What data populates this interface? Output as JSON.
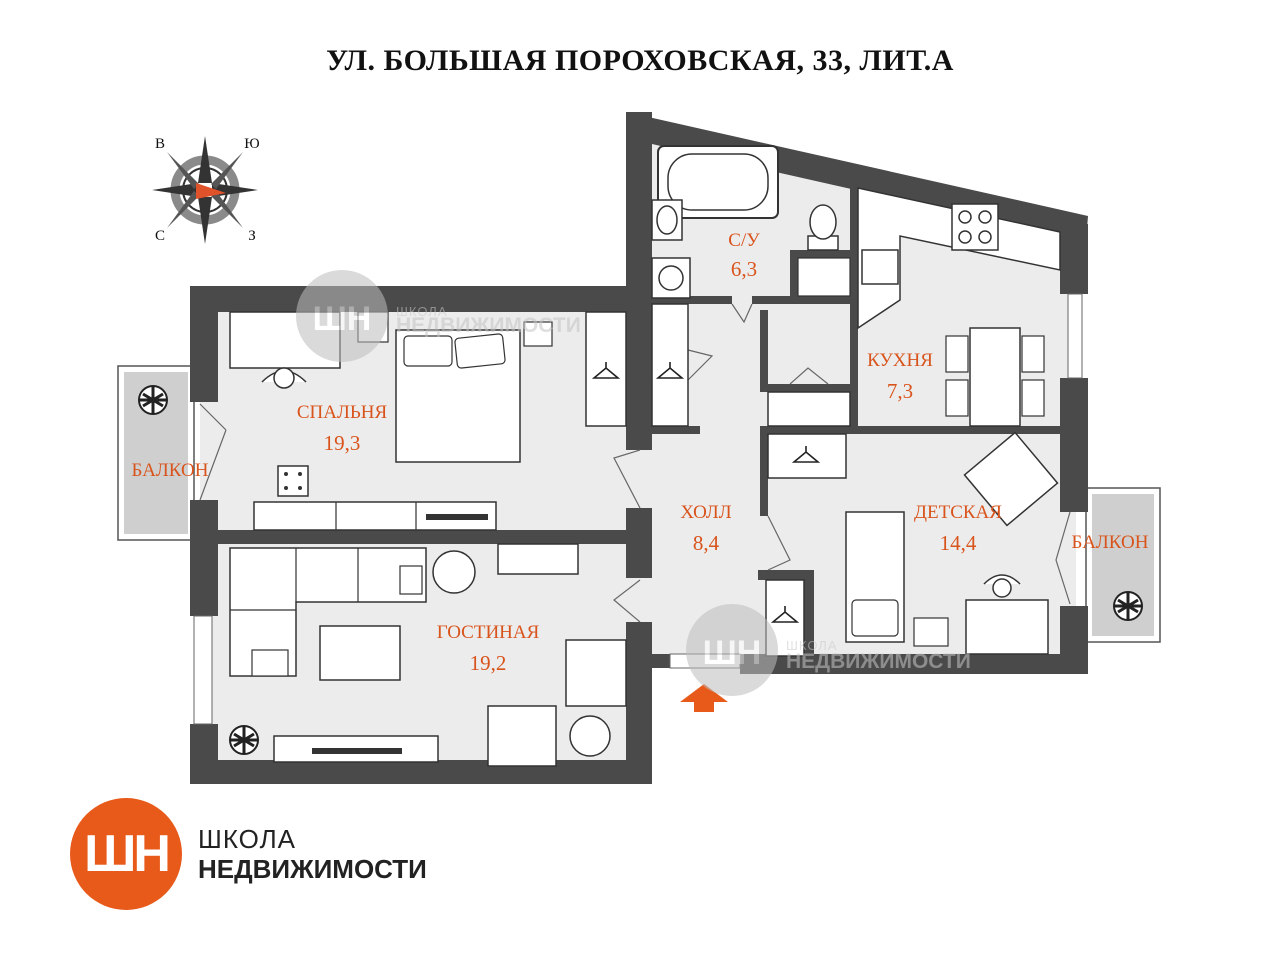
{
  "title": "УЛ. БОЛЬШАЯ ПОРОХОВСКАЯ, 33, ЛИТ.А",
  "compass": {
    "north": "В",
    "east": "Ю",
    "south": "С",
    "west": "З"
  },
  "rooms": {
    "bathroom": {
      "label": "С/У",
      "area": "6,3"
    },
    "kitchen": {
      "label": "КУХНЯ",
      "area": "7,3"
    },
    "bedroom": {
      "label": "СПАЛЬНЯ",
      "area": "19,3"
    },
    "hall": {
      "label": "ХОЛЛ",
      "area": "8,4"
    },
    "kids_room": {
      "label": "ДЕТСКАЯ",
      "area": "14,4"
    },
    "living_room": {
      "label": "ГОСТИНАЯ",
      "area": "19,2"
    }
  },
  "balconies": {
    "left": "БАЛКОН",
    "right": "БАЛКОН"
  },
  "watermark": {
    "monogram": "ШН",
    "line1": "ШКОЛА",
    "line2": "НЕДВИЖИМОСТИ"
  },
  "logo": {
    "monogram": "ШН",
    "line1": "ШКОЛА",
    "line2": "НЕДВИЖИМОСТИ"
  },
  "colors": {
    "wall": "#4a4a4a",
    "floor": "#ececec",
    "accent": "#d9541c",
    "brand": "#e85a1a",
    "balcony_floor": "#cfcfcf"
  }
}
